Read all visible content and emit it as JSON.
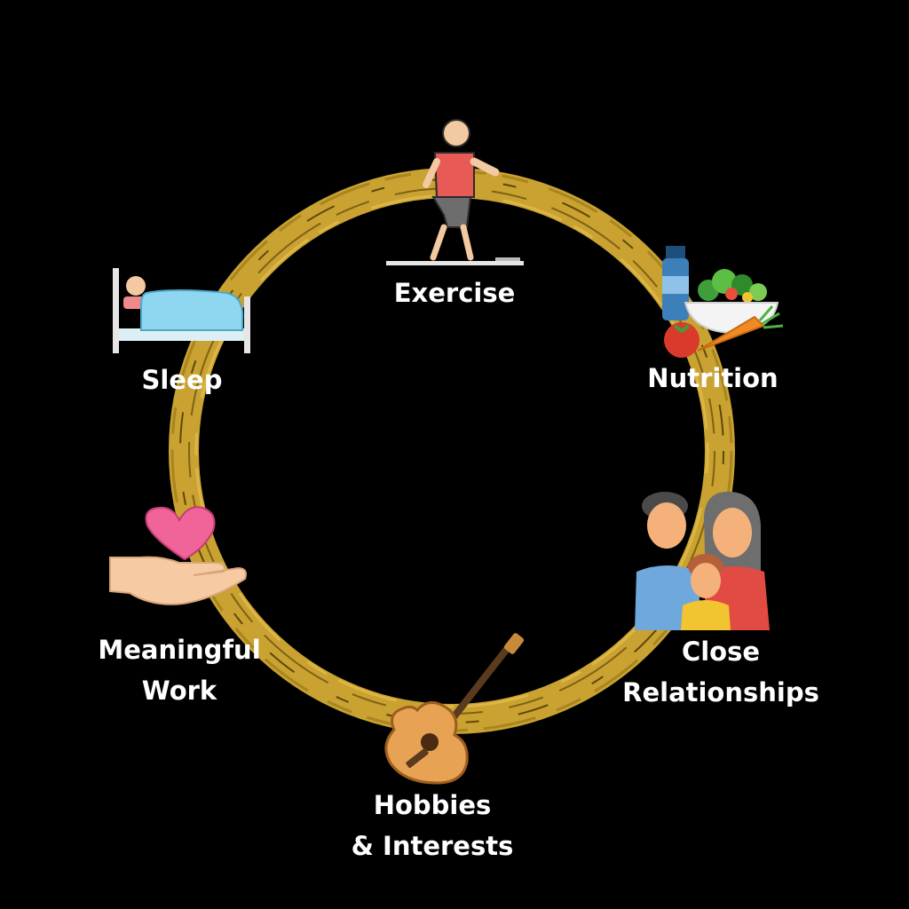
{
  "colors": {
    "background": "#000000",
    "ring": "#C9A232",
    "text": "#FFFFFF"
  },
  "nodes": [
    {
      "id": "exercise",
      "icon": "person-walking-icon",
      "lines": [
        "Exercise"
      ]
    },
    {
      "id": "nutrition",
      "icon": "healthy-food-icon",
      "lines": [
        "Nutrition"
      ]
    },
    {
      "id": "close-relationships",
      "icon": "family-icon",
      "lines": [
        "Close",
        "Relationships"
      ]
    },
    {
      "id": "hobbies-interests",
      "icon": "guitar-icon",
      "lines": [
        "Hobbies",
        "& Interests"
      ]
    },
    {
      "id": "meaningful-work",
      "icon": "heart-in-hand-icon",
      "lines": [
        "Meaningful",
        "Work"
      ]
    },
    {
      "id": "sleep",
      "icon": "person-in-bed-icon",
      "lines": [
        "Sleep"
      ]
    }
  ]
}
